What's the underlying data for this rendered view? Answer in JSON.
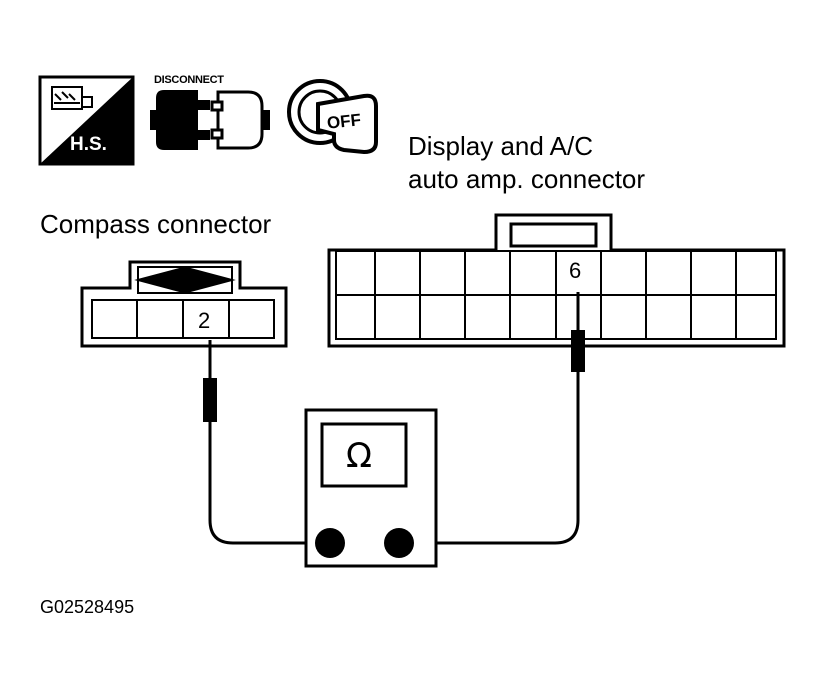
{
  "icons": {
    "harness_label": "H.S.",
    "disconnect_label": "DISCONNECT",
    "ignition_label": "OFF"
  },
  "labels": {
    "display_connector": [
      "Display and A/C",
      "auto amp. connector"
    ],
    "compass_connector": "Compass connector",
    "figure_code": "G02528495"
  },
  "pins": {
    "compass_pin": "2",
    "display_pin": "6"
  },
  "meter": {
    "symbol": "Ω"
  },
  "colors": {
    "ink": "#000000",
    "paper": "#ffffff"
  }
}
